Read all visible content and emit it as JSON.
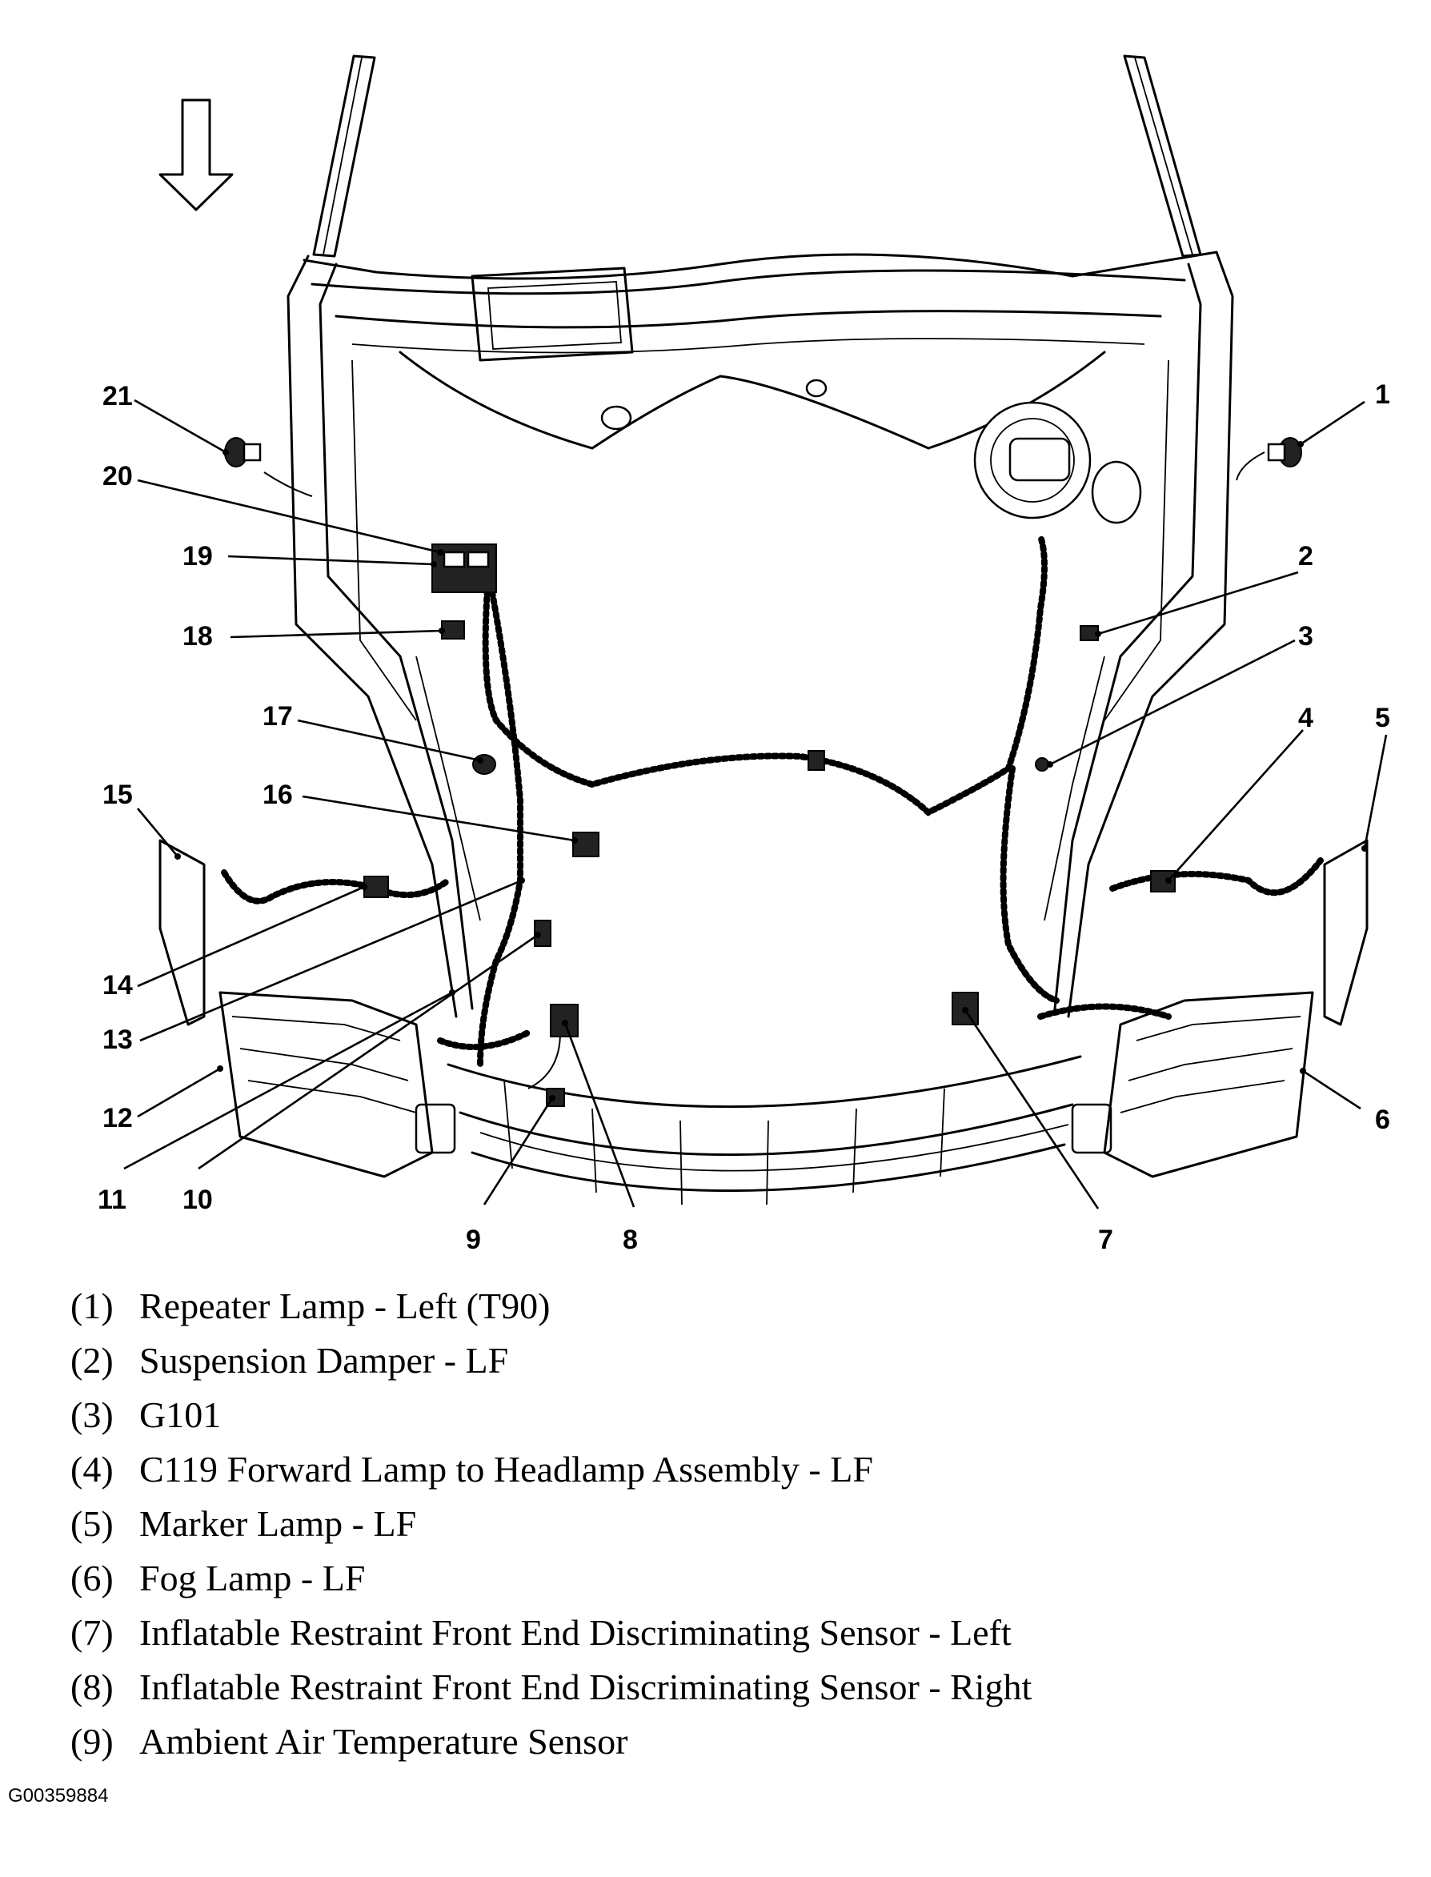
{
  "callouts": [
    "1",
    "2",
    "3",
    "4",
    "5",
    "6",
    "7",
    "8",
    "9",
    "10",
    "11",
    "12",
    "13",
    "14",
    "15",
    "16",
    "17",
    "18",
    "19",
    "20",
    "21"
  ],
  "legend": [
    {
      "num": "(1)",
      "label": "Repeater Lamp - Left (T90)"
    },
    {
      "num": "(2)",
      "label": "Suspension Damper - LF"
    },
    {
      "num": "(3)",
      "label": "G101"
    },
    {
      "num": "(4)",
      "label": "C119 Forward Lamp to Headlamp Assembly - LF"
    },
    {
      "num": "(5)",
      "label": "Marker Lamp - LF"
    },
    {
      "num": "(6)",
      "label": "Fog Lamp - LF"
    },
    {
      "num": "(7)",
      "label": "Inflatable Restraint Front End Discriminating Sensor - Left"
    },
    {
      "num": "(8)",
      "label": "Inflatable Restraint Front End Discriminating Sensor - Right"
    },
    {
      "num": "(9)",
      "label": "Ambient Air Temperature Sensor"
    }
  ],
  "figure_id": "G00359884",
  "icons": {
    "direction_arrow": "down-arrow-icon"
  }
}
